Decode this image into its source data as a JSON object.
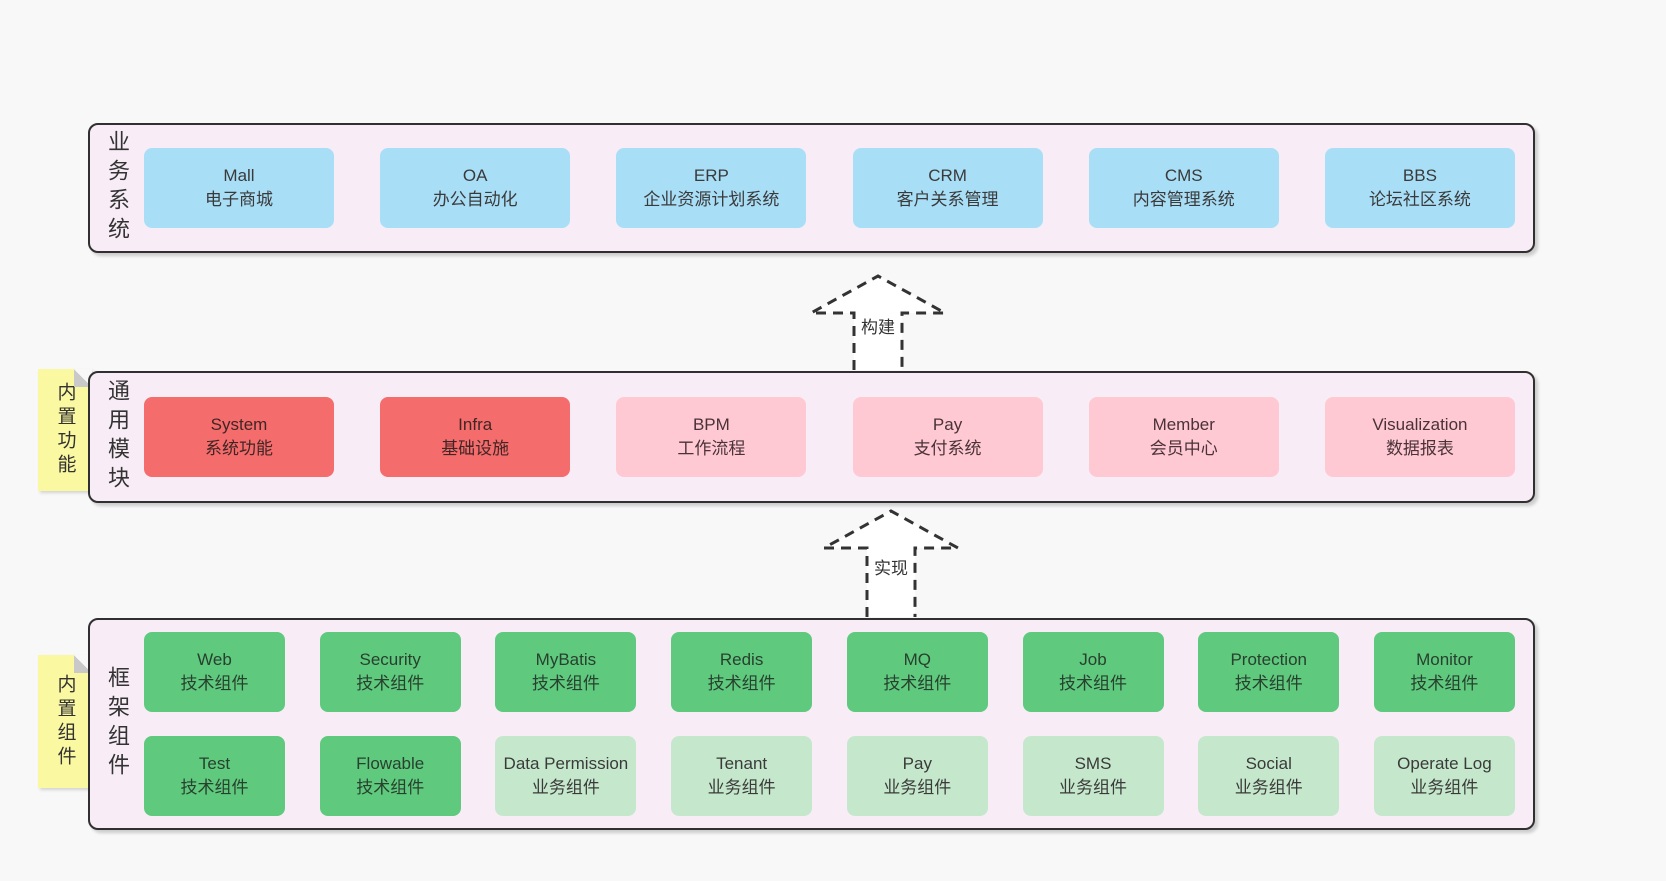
{
  "sections": {
    "business": {
      "label": "业务系统",
      "boxes": [
        {
          "name": "Mall",
          "desc": "电子商城",
          "variant": "blue"
        },
        {
          "name": "OA",
          "desc": "办公自动化",
          "variant": "blue"
        },
        {
          "name": "ERP",
          "desc": "企业资源计划系统",
          "variant": "blue"
        },
        {
          "name": "CRM",
          "desc": "客户关系管理",
          "variant": "blue"
        },
        {
          "name": "CMS",
          "desc": "内容管理系统",
          "variant": "blue"
        },
        {
          "name": "BBS",
          "desc": "论坛社区系统",
          "variant": "blue"
        }
      ]
    },
    "modules": {
      "label": "通用模块",
      "note": "内置功能",
      "boxes": [
        {
          "name": "System",
          "desc": "系统功能",
          "variant": "red"
        },
        {
          "name": "Infra",
          "desc": "基础设施",
          "variant": "red"
        },
        {
          "name": "BPM",
          "desc": "工作流程",
          "variant": "pink"
        },
        {
          "name": "Pay",
          "desc": "支付系统",
          "variant": "pink"
        },
        {
          "name": "Member",
          "desc": "会员中心",
          "variant": "pink"
        },
        {
          "name": "Visualization",
          "desc": "数据报表",
          "variant": "pink"
        }
      ]
    },
    "components": {
      "label": "框架组件",
      "note": "内置组件",
      "row1": [
        {
          "name": "Web",
          "desc": "技术组件",
          "variant": "green"
        },
        {
          "name": "Security",
          "desc": "技术组件",
          "variant": "green"
        },
        {
          "name": "MyBatis",
          "desc": "技术组件",
          "variant": "green"
        },
        {
          "name": "Redis",
          "desc": "技术组件",
          "variant": "green"
        },
        {
          "name": "MQ",
          "desc": "技术组件",
          "variant": "green"
        },
        {
          "name": "Job",
          "desc": "技术组件",
          "variant": "green"
        },
        {
          "name": "Protection",
          "desc": "技术组件",
          "variant": "green"
        },
        {
          "name": "Monitor",
          "desc": "技术组件",
          "variant": "green"
        }
      ],
      "row2": [
        {
          "name": "Test",
          "desc": "技术组件",
          "variant": "green"
        },
        {
          "name": "Flowable",
          "desc": "技术组件",
          "variant": "green"
        },
        {
          "name": "Data Permission",
          "desc": "业务组件",
          "variant": "lightgreen"
        },
        {
          "name": "Tenant",
          "desc": "业务组件",
          "variant": "lightgreen"
        },
        {
          "name": "Pay",
          "desc": "业务组件",
          "variant": "lightgreen"
        },
        {
          "name": "SMS",
          "desc": "业务组件",
          "variant": "lightgreen"
        },
        {
          "name": "Social",
          "desc": "业务组件",
          "variant": "lightgreen"
        },
        {
          "name": "Operate Log",
          "desc": "业务组件",
          "variant": "lightgreen"
        }
      ]
    }
  },
  "arrows": {
    "build": "构建",
    "implement": "实现"
  },
  "colors": {
    "page_bg": "#f8f8f8",
    "panel_bg": "#f8edf6",
    "panel_border": "#303030",
    "box_blue": "#a9def7",
    "box_red": "#f56c6c",
    "box_pink": "#ffc9d3",
    "box_green": "#5fc97e",
    "box_lightgreen": "#c5e8cc",
    "note_yellow": "#fbf8a2",
    "note_fold": "#c9c9c9",
    "text": "#3a3a3a"
  }
}
